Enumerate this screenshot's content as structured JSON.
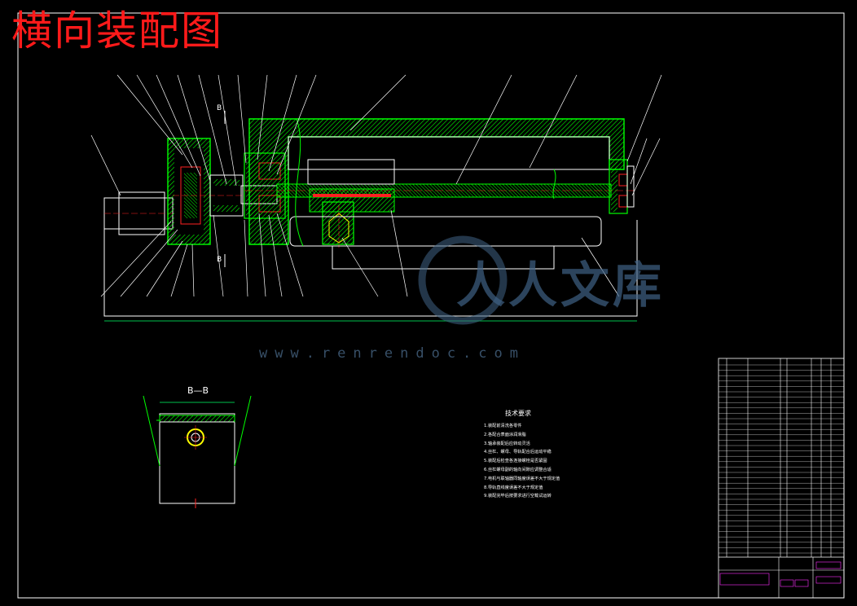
{
  "title": "横向装配图",
  "section_label": "B—B",
  "section_mark": "B",
  "tech_requirements": {
    "title": "技术要求",
    "items": [
      "1.装配前清洗各零件",
      "2.各配合表面涂润滑脂",
      "3.轴承装配后应转动灵活",
      "4.丝杠、螺母、导轨配合后运动平稳",
      "5.装配后检查各连接螺栓是否紧固",
      "6.丝杠螺母副的轴向间隙应调整合适",
      "7.电机与联轴器同轴度误差不大于规定值",
      "8.导轨直线度误差不大于规定值",
      "9.装配完毕后按要求进行空载试运转"
    ]
  },
  "watermark": {
    "text_cn": "人人文库",
    "url": "www.renrendoc.com"
  },
  "colors": {
    "background": "#000000",
    "outline": "#ffffff",
    "part": "#00ff00",
    "title": "#ff1a1a",
    "dim": "#00ff66",
    "hidden": "#ff2020",
    "titleblock": "#ff30ff",
    "watermark": "#3f6285"
  }
}
